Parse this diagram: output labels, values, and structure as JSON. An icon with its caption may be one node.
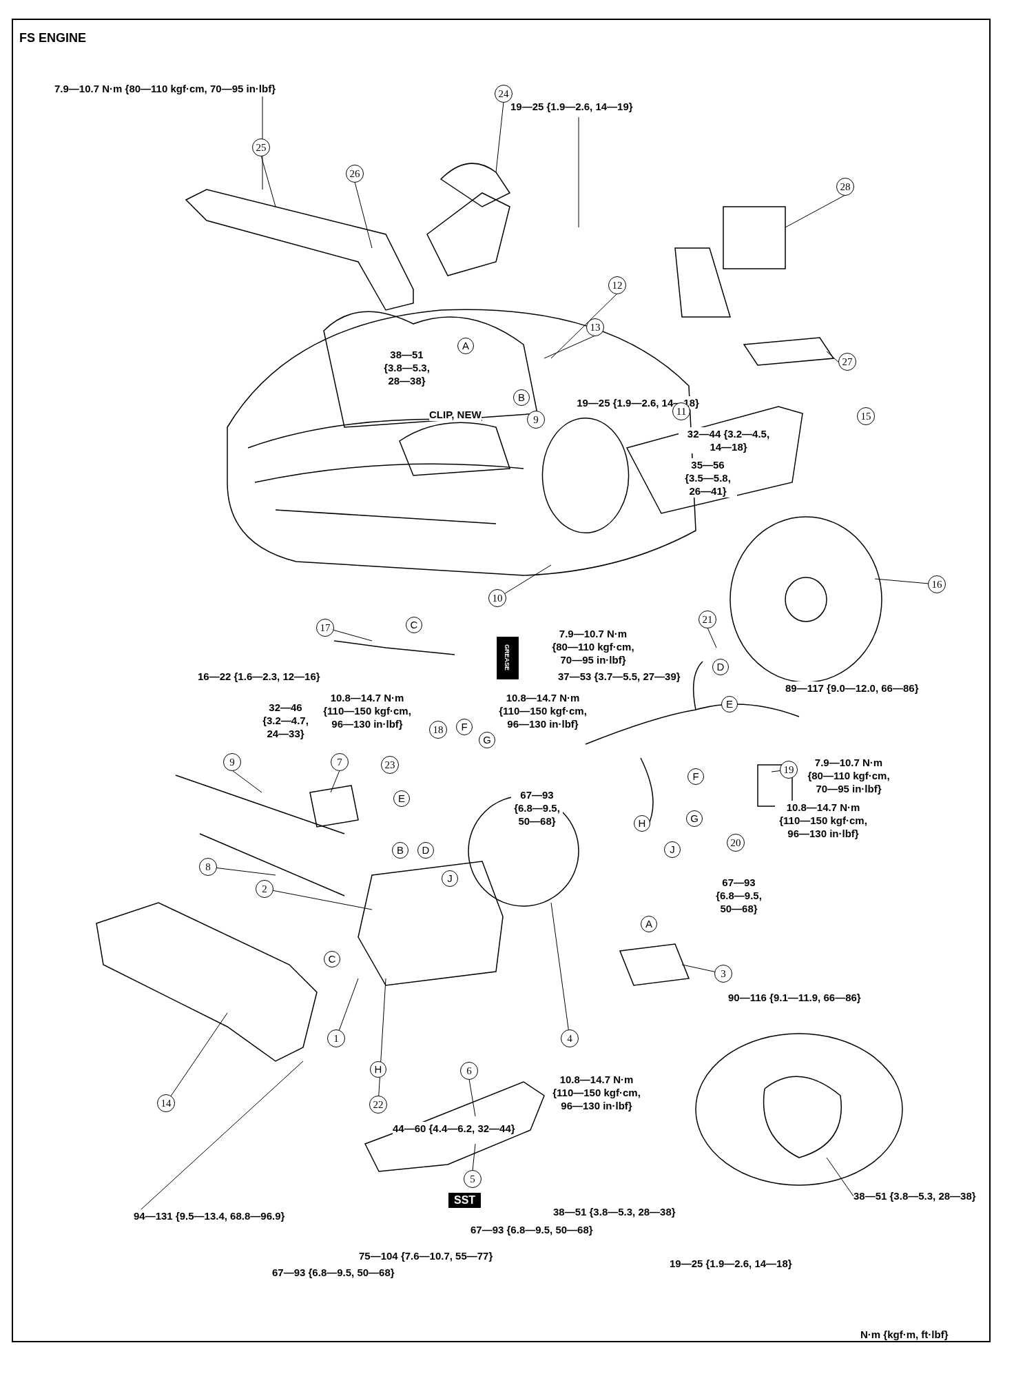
{
  "diagram": {
    "title": "FS ENGINE",
    "labels": [
      "7.9—10.7 N·m {80—110 kgf·cm, 70—95 in·lbf}",
      "24",
      "19—25 {1.9—2.6, 14—19}",
      "25",
      "26",
      "28",
      "A",
      "12",
      "13",
      "38—51 {3.8—5.3, 28—38}",
      "27",
      "B",
      "19—25 {1.9—2.6, 14—18}",
      "CLIP, NEW",
      "11",
      "9",
      "32—44 {3.2—4.5, 14—18}",
      "15",
      "35—56 {3.5—5.8, 26—41}",
      "16",
      "10",
      "GREASE",
      "17",
      "C",
      "7.9—10.7 N·m {80—110 kgf·cm, 70—95 in·lbf}",
      "21",
      "D",
      "16—22 {1.6—2.3, 12—16}",
      "37—53 {3.7—5.5, 27—39}",
      "89—117 {9.0—12.0, 66—86}",
      "E",
      "32—46 {3.2—4.7, 24—33}",
      "10.8—14.7 N·m {110—150 kgf·cm, 96—130 in·lbf}",
      "18",
      "F",
      "G",
      "10.8—14.7 N·m {110—150 kgf·cm, 96—130 in·lbf}",
      "9",
      "7",
      "23",
      "E",
      "19",
      "7.9—10.7 N·m {80—110 kgf·cm, 70—95 in·lbf}",
      "F",
      "67—93 {6.8—9.5, 50—68}",
      "G",
      "H",
      "10.8—14.7 N·m {110—150 kgf·cm, 96—130 in·lbf}",
      "8",
      "B",
      "D",
      "20",
      "J",
      "J",
      "2",
      "67—93 {6.8—9.5, 50—68}",
      "A",
      "C",
      "3",
      "90—116 {9.1—11.9, 66—86}",
      "1",
      "H",
      "4",
      "14",
      "22",
      "6",
      "44—60 {4.4—6.2, 32—44}",
      "10.8—14.7 N·m {110—150 kgf·cm, 96—130 in·lbf}",
      "5",
      "SST",
      "38—51 {3.8—5.3, 28—38}",
      "94—131 {9.5—13.4, 68.8—96.9}",
      "38—51 {3.8—5.3, 28—38}",
      "67—93 {6.8—9.5, 50—68}",
      "75—104 {7.6—10.7, 55—77}",
      "19—25 {1.9—2.6, 14—18}",
      "67—93 {6.8—9.5, 50—68}",
      "N·m {kgf·m, ft·lbf}"
    ]
  }
}
